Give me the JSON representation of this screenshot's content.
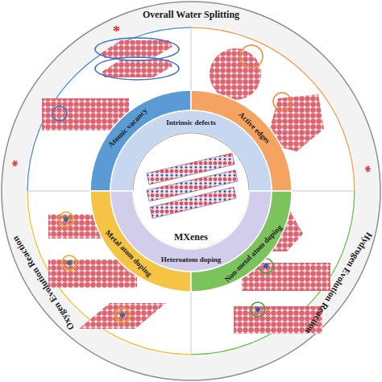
{
  "diagram": {
    "nodes": [
      {
        "text": [
          "Atomic vacancy"
        ]
      },
      {
        "text": [
          "Active edges"
        ]
      },
      {
        "text": [
          "Intrinsic defects"
        ]
      },
      {
        "text": [
          "MXenes"
        ]
      },
      {
        "text": [
          "Heteroatom doping"
        ]
      },
      {
        "text": [
          "Metal atom doping"
        ]
      },
      {
        "text": [
          "Non-metal atom doping"
        ]
      }
    ],
    "labels": [
      "*",
      "Overall Water Splitting",
      "*",
      "Hydrogen Evolution Reaction",
      "*",
      "Oxygen Evolution Reaction"
    ]
  }
}
